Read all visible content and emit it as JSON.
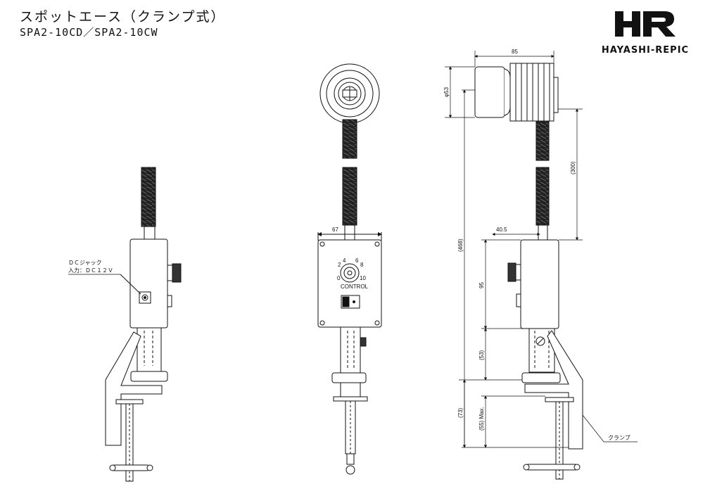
{
  "title": {
    "japanese": "スポットエース（クランプ式）",
    "models": "SPA2-10CD／SPA2-10CW"
  },
  "brand": {
    "logo_text": "HR",
    "name": "HAYASHI-REPIC"
  },
  "left_view": {
    "dc_jack_label_1": "ＤＣジャック",
    "dc_jack_label_2": "入力：ＤＣ１２Ｖ"
  },
  "front_view": {
    "width_dim": "67",
    "dial_label": "CONTROL",
    "dial_scale": [
      "2",
      "4",
      "6",
      "8",
      "0",
      "10"
    ]
  },
  "right_view": {
    "head_length": "85",
    "head_diameter": "φ53",
    "neck_length": "(300)",
    "total_height": "(468)",
    "box_offset": "40.5",
    "box_height": "95",
    "post_height": "(53)",
    "clamp_height": "(73)",
    "clamp_opening": "(55) Max.",
    "clamp_label": "クランプ"
  }
}
